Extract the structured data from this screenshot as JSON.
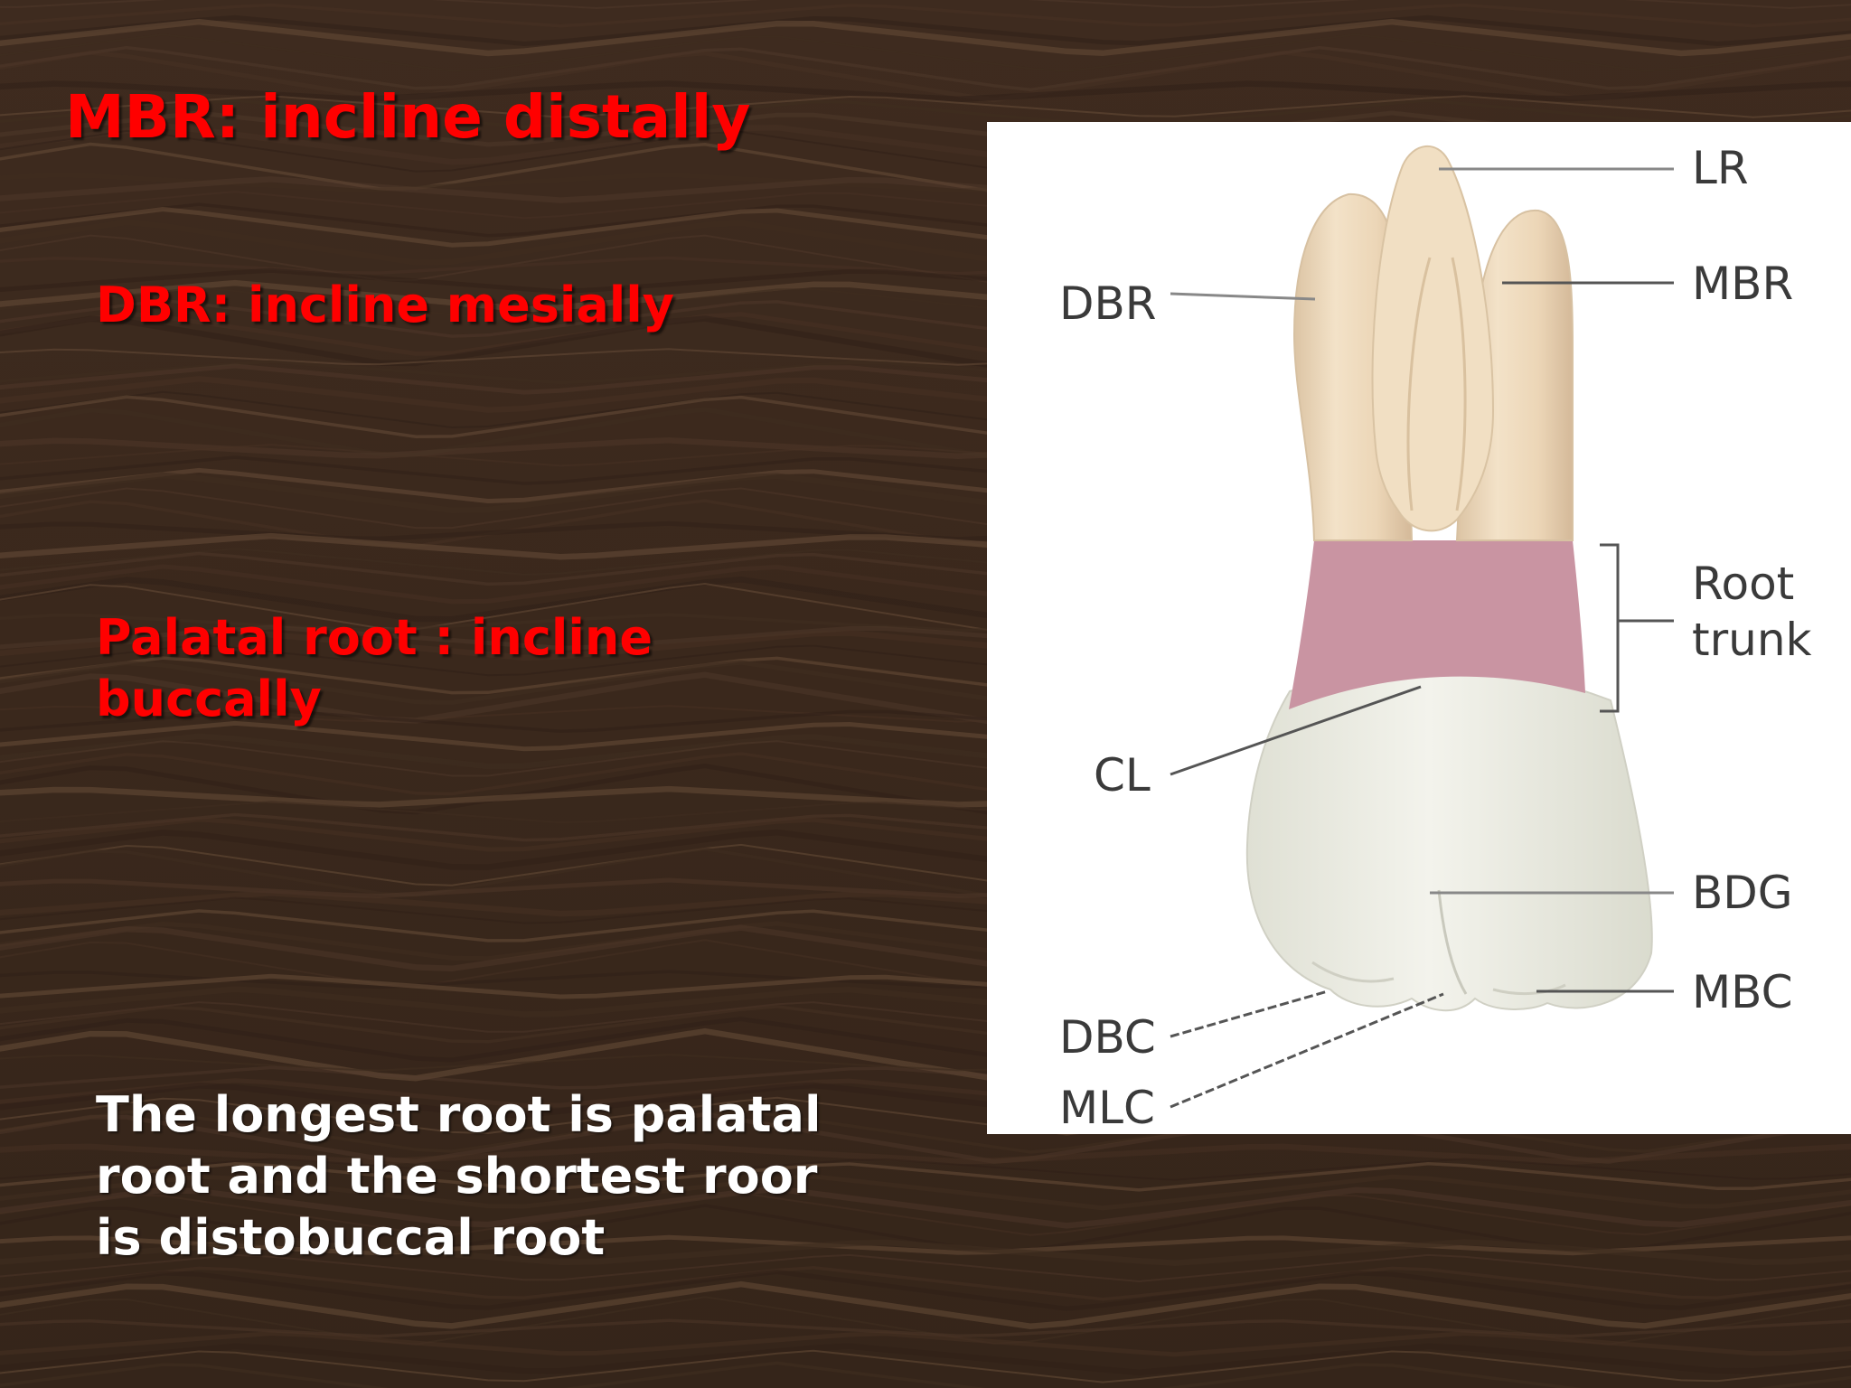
{
  "notes": {
    "mbr": "MBR: incline distally",
    "dbr": "DBR: incline mesially",
    "palatal_line1": "Palatal root : incline",
    "palatal_line2": "buccally",
    "summary_line1": "The longest root is palatal",
    "summary_line2": "root and the shortest roor",
    "summary_line3": "is distobuccal root"
  },
  "figure": {
    "labels": {
      "lr": "LR",
      "mbr": "MBR",
      "dbr": "DBR",
      "root": "Root",
      "trunk": "trunk",
      "cl": "CL",
      "bdg": "BDG",
      "mbc": "MBC",
      "dbc": "DBC",
      "mlc": "MLC"
    }
  },
  "colors": {
    "note_red": "#ff0000",
    "summary_white": "#ffffff",
    "wood_dark": "#3b2a1f",
    "root_trunk_band": "#c994a2"
  }
}
